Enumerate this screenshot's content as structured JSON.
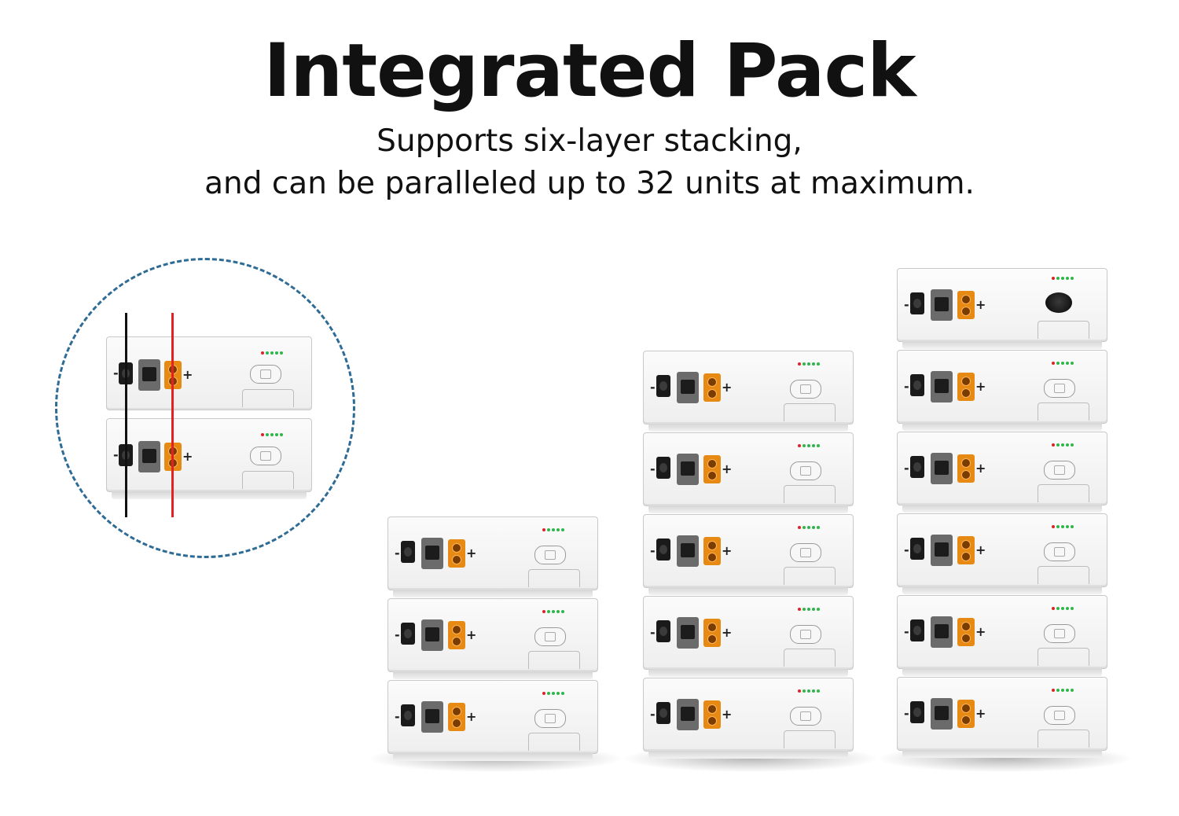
{
  "header": {
    "title": "Integrated Pack",
    "subtitle_line1": "Supports six-layer stacking,",
    "subtitle_line2": "and can be paralleled up to 32 units at maximum."
  },
  "product": {
    "negative_symbol": "-",
    "positive_symbol": "+",
    "terminal_colors": {
      "negative": "#1a1a1a",
      "positive": "#e68a14",
      "comm": "#6b6b6b"
    },
    "wire_colors": {
      "negative": "#111111",
      "positive": "#e32024"
    },
    "circle_color": "#2e6b95"
  },
  "stacks": [
    {
      "id": "three-layer",
      "modules": 3
    },
    {
      "id": "five-layer",
      "modules": 5
    },
    {
      "id": "six-layer",
      "modules": 6
    }
  ]
}
